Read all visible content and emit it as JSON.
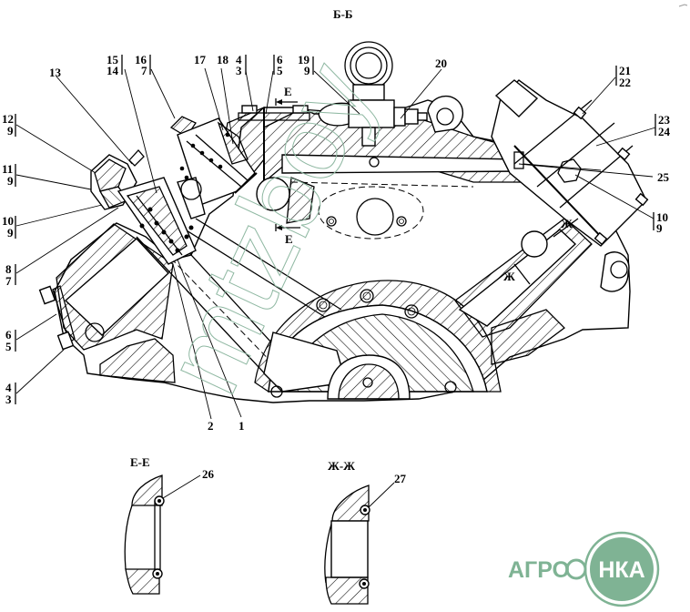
{
  "section_titles": {
    "main": "Б-Б",
    "detail_e": "Е-Е",
    "detail_zh": "Ж-Ж"
  },
  "callouts": {
    "c13": "13",
    "c15": "15",
    "c14": "14",
    "c16": "16",
    "c7a": "7",
    "c17": "17",
    "c18": "18",
    "c4a": "4",
    "c3a": "3",
    "c6a": "6",
    "c5a": "5",
    "c19": "19",
    "c9a": "9",
    "c20": "20",
    "c21": "21",
    "c22": "22",
    "c23": "23",
    "c24": "24",
    "c25": "25",
    "c10r": "10",
    "c9r": "9",
    "c12": "12",
    "c9b": "9",
    "c11": "11",
    "c9c": "9",
    "c10l": "10",
    "c9d": "9",
    "c8": "8",
    "c7b": "7",
    "c6b": "6",
    "c5b": "5",
    "c4b": "4",
    "c3b": "3",
    "c2": "2",
    "c1": "1",
    "c26": "26",
    "c27": "27"
  },
  "section_marks": {
    "e_top": "Е",
    "e_mid": "Е",
    "zh_upper": "Ж",
    "zh_lower": "Ж"
  },
  "watermark": "mtzboy",
  "logo": {
    "left": "АГРО",
    "right": "НКА",
    "color": "#7fb394"
  }
}
